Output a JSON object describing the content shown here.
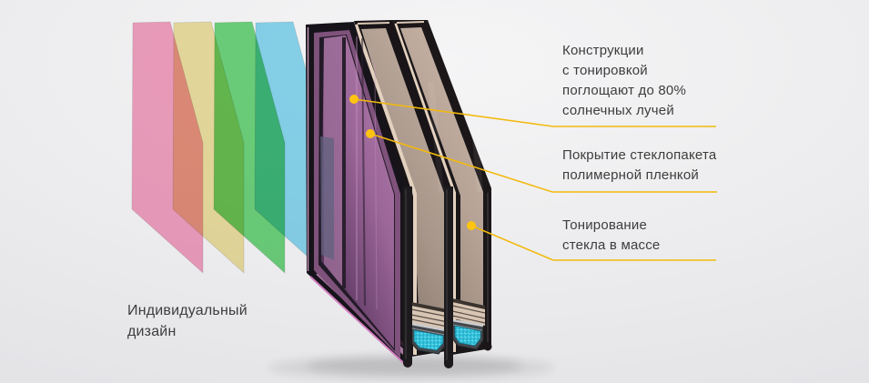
{
  "annotations": {
    "tinted_absorb": {
      "lines": [
        "Конструкции",
        "с тонировкой",
        "поглощают до 80%",
        "солнечных лучей"
      ]
    },
    "polymer_film": {
      "lines": [
        "Покрытие стеклопакета",
        "полимерной пленкой"
      ]
    },
    "mass_tinting": {
      "lines": [
        "Тонирование",
        "стекла в массе"
      ]
    },
    "individual_design": {
      "lines": [
        "Индивидуальный",
        "дизайн"
      ]
    }
  },
  "colors": {
    "accent_yellow_line": "#F2B90D",
    "accent_yellow_dot": "#FFC411",
    "text_gray": "#3D3D3D",
    "sheet_pink": "#F7A3C3",
    "sheet_yellow": "#F0E3A2",
    "sheet_green": "#6FD77E",
    "sheet_cyan": "#8BDAF2",
    "glass_purple": "#9A6B96",
    "glass_bronze": "#B3A093",
    "frame_black": "#17131A",
    "desiccant_cyan": "#35C4DE",
    "pane_edge_cream": "#E3D1BF"
  }
}
